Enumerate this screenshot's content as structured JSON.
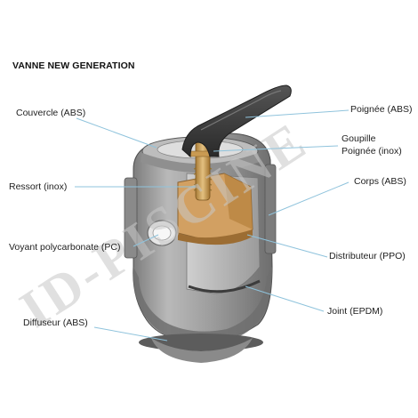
{
  "title": "VANNE NEW GENERATION",
  "watermark": "ID-PISCINE",
  "labels": {
    "couvercle": "Couvercle (ABS)",
    "ressort": "Ressort (inox)",
    "voyant": "Voyant polycarbonate (PC)",
    "diffuseur": "Diffuseur (ABS)",
    "poignee": "Poignée (ABS)",
    "goupille_1": "Goupille",
    "goupille_2": "Poignée (inox)",
    "corps": "Corps (ABS)",
    "distributeur": "Distributeur (PPO)",
    "joint": "Joint (EPDM)"
  },
  "colors": {
    "leader": "#8fc3dc",
    "body_grey": "#9a9a9a",
    "handle": "#3a3a3a",
    "brass": "#c9a25c",
    "distributor": "#d2a062",
    "watermark": "#c8c8c8"
  }
}
